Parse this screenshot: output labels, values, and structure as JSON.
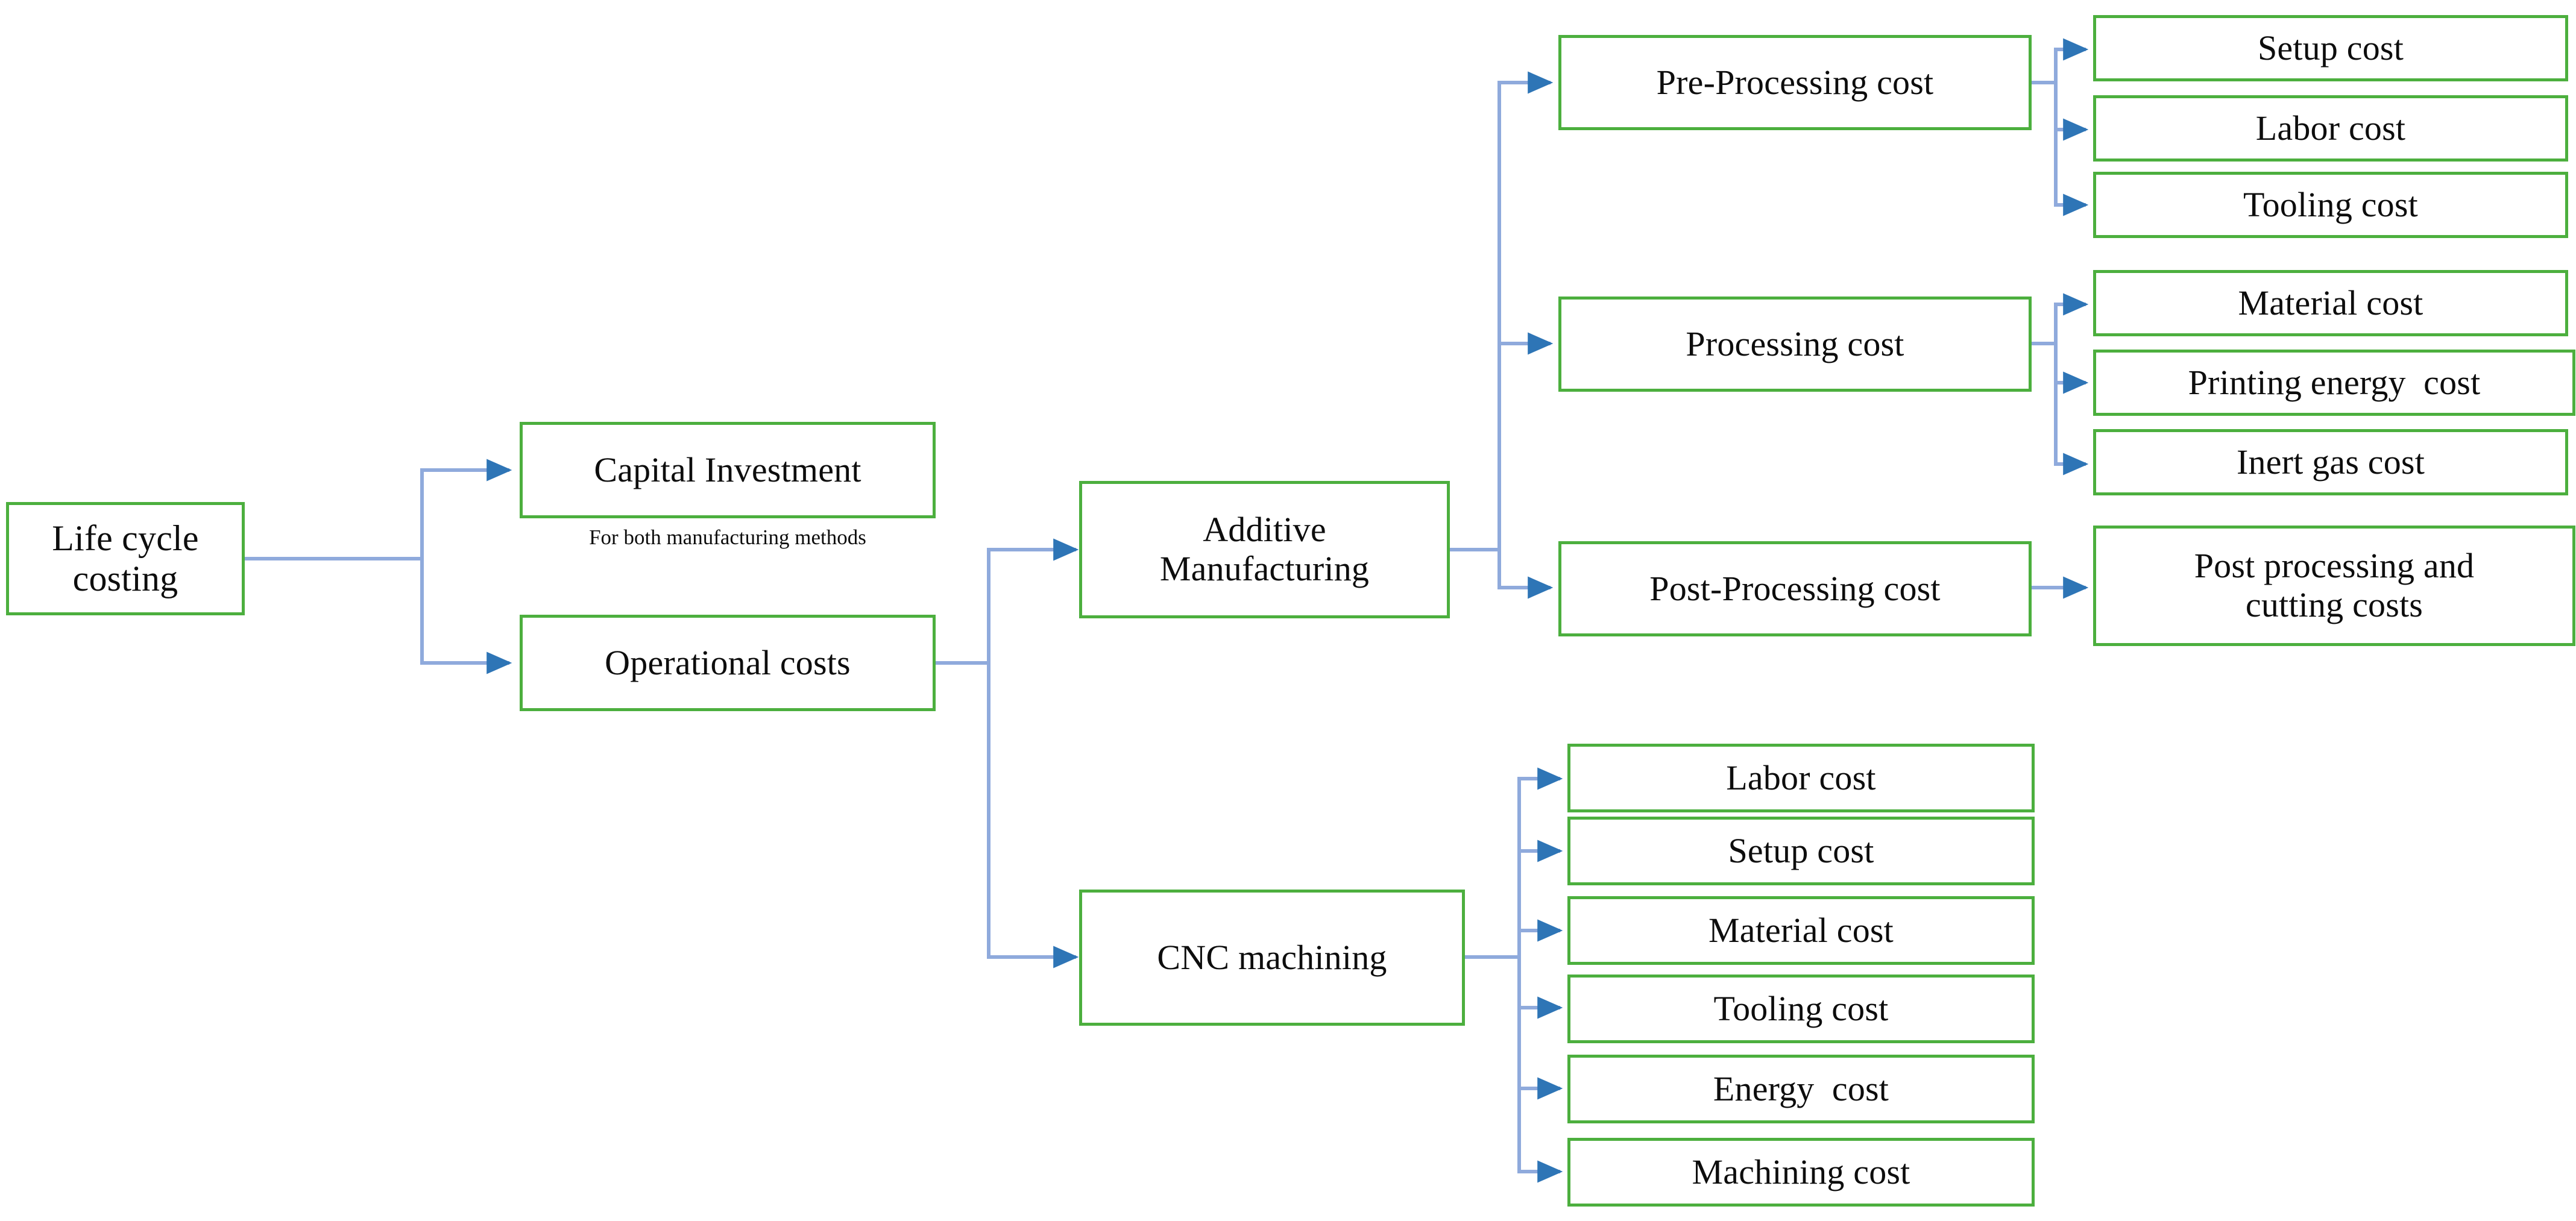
{
  "diagram": {
    "title_root": "Life cycle costing",
    "colors": {
      "node_border": "#4CAF3E",
      "connector_line": "#8FAADC",
      "arrow_head": "#2E75B6",
      "text": "#0D0D0D",
      "background": "#FFFFFF"
    },
    "nodes": {
      "root": "Life cycle costing",
      "capital_investment": "Capital Investment",
      "capital_investment_caption": "For both manufacturing methods",
      "operational_costs": "Operational costs",
      "additive_manufacturing": "Additive\nManufacturing",
      "cnc_machining": "CNC machining",
      "pre_processing_cost": "Pre-Processing cost",
      "processing_cost": "Processing cost",
      "post_processing_cost": "Post-Processing cost"
    },
    "pre_processing_children": [
      "Setup cost",
      "Labor cost",
      "Tooling cost"
    ],
    "processing_children": [
      "Material cost",
      "Printing energy  cost",
      "Inert gas cost"
    ],
    "post_processing_children": [
      "Post processing and\ncutting costs"
    ],
    "cnc_children": [
      "Labor cost",
      "Setup cost",
      "Material cost",
      "Tooling cost",
      "Energy  cost",
      "Machining cost"
    ]
  }
}
